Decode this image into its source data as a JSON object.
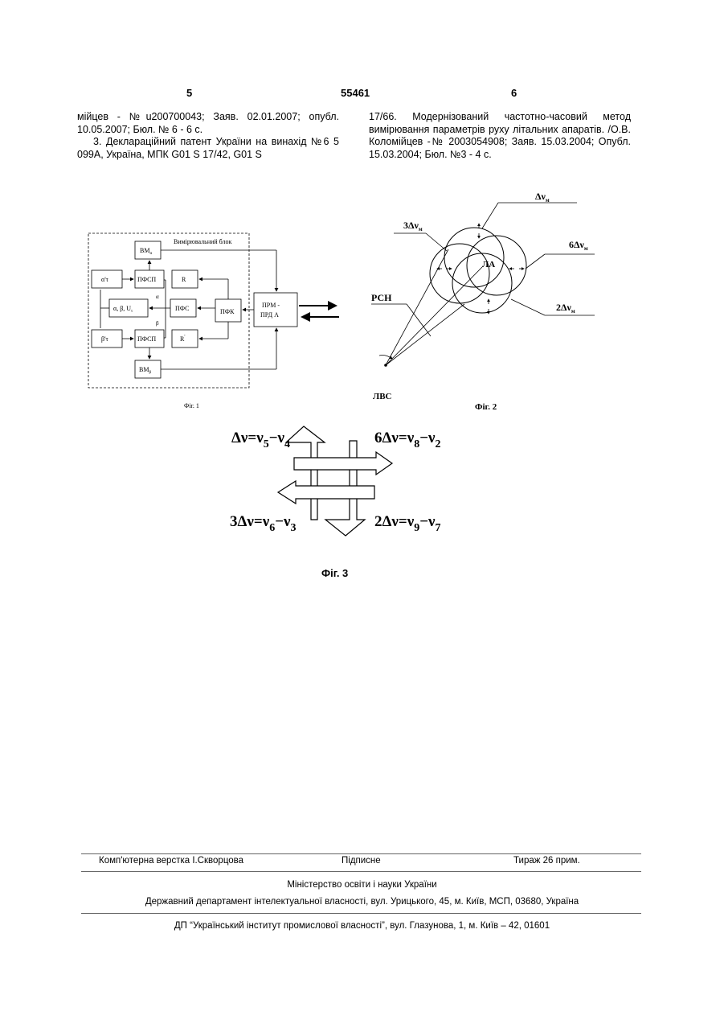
{
  "header": {
    "page_left": "5",
    "patent_number": "55461",
    "page_right": "6"
  },
  "col_left": {
    "p1": "мійцев - №u200700043; Заяв. 02.01.2007; опубл. 10.05.2007; Бюл. № 6 - 6 с.",
    "p2": "3. Деклараційний патент України на винахід №6 5 099А, Україна, МПК G01 S 17/42, G01 S"
  },
  "col_right": {
    "p1": "17/66. Модернізований частотно-часовий метод вимірювання параметрів руху літальних апаратів. /О.В. Коломійцев -№ 2003054908; Заяв. 15.03.2004; Опубл. 15.03.2004; Бюл. №3 - 4 с."
  },
  "fig1": {
    "caption": "Фіг. 1",
    "block_title": "Вимірювальний блок",
    "bm_a": "ВМ",
    "bm_a_sub": "α",
    "bm_b": "ВМ",
    "bm_b_sub": "β",
    "pfsp_top": "ПФСП",
    "pfsp_bottom": "ПФСП",
    "alpha_tau": "α'τ",
    "beta_tau": "β'τ",
    "params": "α, β, U",
    "params_sub": "τ",
    "pfs": "ПФС",
    "pfk": "ПФК",
    "r_top": "R",
    "r_bottom": "R",
    "r_bottom_sup": "'",
    "alpha": "α",
    "beta": "β",
    "prm_line1": "ПРМ -",
    "prm_line2": "ПРД А"
  },
  "fig2": {
    "caption": "Фіг. 2",
    "dv_m": "Δν",
    "dv_m_sub": "м",
    "dv3": "3Δν",
    "dv3_sub": "м",
    "dv6": "6Δν",
    "dv6_sub": "м",
    "dv2": "2Δν",
    "dv2_sub": "м",
    "la": "ЛА",
    "rsn": "РСН",
    "lvs": "ЛВС"
  },
  "fig3": {
    "caption": "Фіг. 3",
    "eq_tl": "Δν=ν",
    "eq_tl_s1": "5",
    "eq_tl_m": "−ν",
    "eq_tl_s2": "4",
    "eq_tr_pre": "6",
    "eq_tr": "Δν=ν",
    "eq_tr_s1": "8",
    "eq_tr_m": "−ν",
    "eq_tr_s2": "2",
    "eq_bl_pre": "3",
    "eq_bl": "Δν=ν",
    "eq_bl_s1": "6",
    "eq_bl_m": "−ν",
    "eq_bl_s2": "3",
    "eq_br_pre": "2",
    "eq_br": "Δν=ν",
    "eq_br_s1": "9",
    "eq_br_m": "−ν",
    "eq_br_s2": "7"
  },
  "footer": {
    "layout": "Комп'ютерна верстка І.Скворцова",
    "signed": "Підписне",
    "print_run": "Тираж 26 прим.",
    "ministry": "Міністерство освіти і науки України",
    "department": "Державний департамент інтелектуальної власності, вул. Урицького, 45, м. Київ, МСП, 03680, Україна",
    "institute": "ДП “Український інститут промислової власності”, вул. Глазунова, 1, м. Київ – 42, 01601"
  }
}
